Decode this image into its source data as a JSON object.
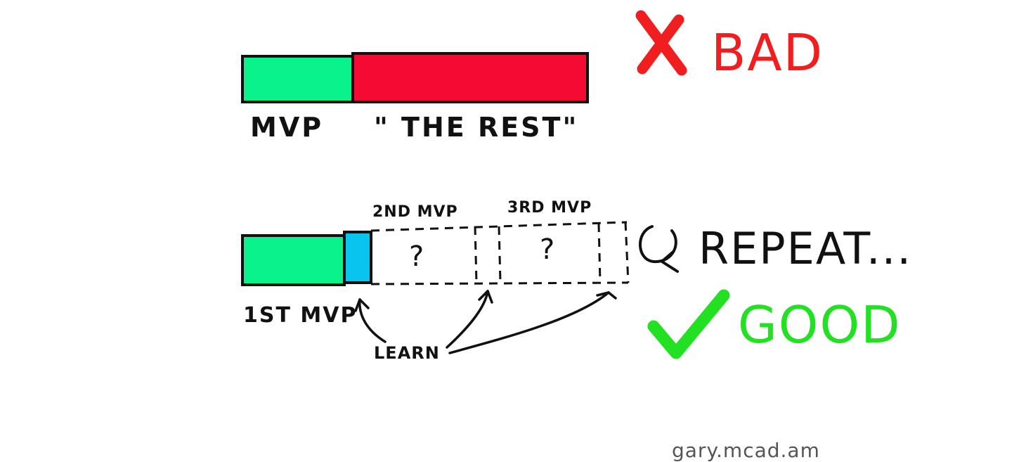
{
  "colors": {
    "mvp": "#0AF28C",
    "rest": "#F50A33",
    "learn_block": "#0AC4F0",
    "bad": "#F01E1E",
    "good": "#22E022",
    "ink": "#111111"
  },
  "bad_row": {
    "mvp_label": "MVP",
    "rest_label": "\" THE REST\"",
    "verdict_label": "BAD",
    "verdict_icon": "cross-icon"
  },
  "good_row": {
    "first_label": "1ST MVP",
    "second_label": "2ND MVP",
    "third_label": "3RD MVP",
    "placeholder_1": "?",
    "placeholder_2": "?",
    "repeat_label": "REPEAT...",
    "repeat_icon": "repeat-arrow-icon",
    "learn_label": "LEARN",
    "verdict_label": "GOOD",
    "verdict_icon": "checkmark-icon"
  },
  "credit": "gary.mcad.am"
}
